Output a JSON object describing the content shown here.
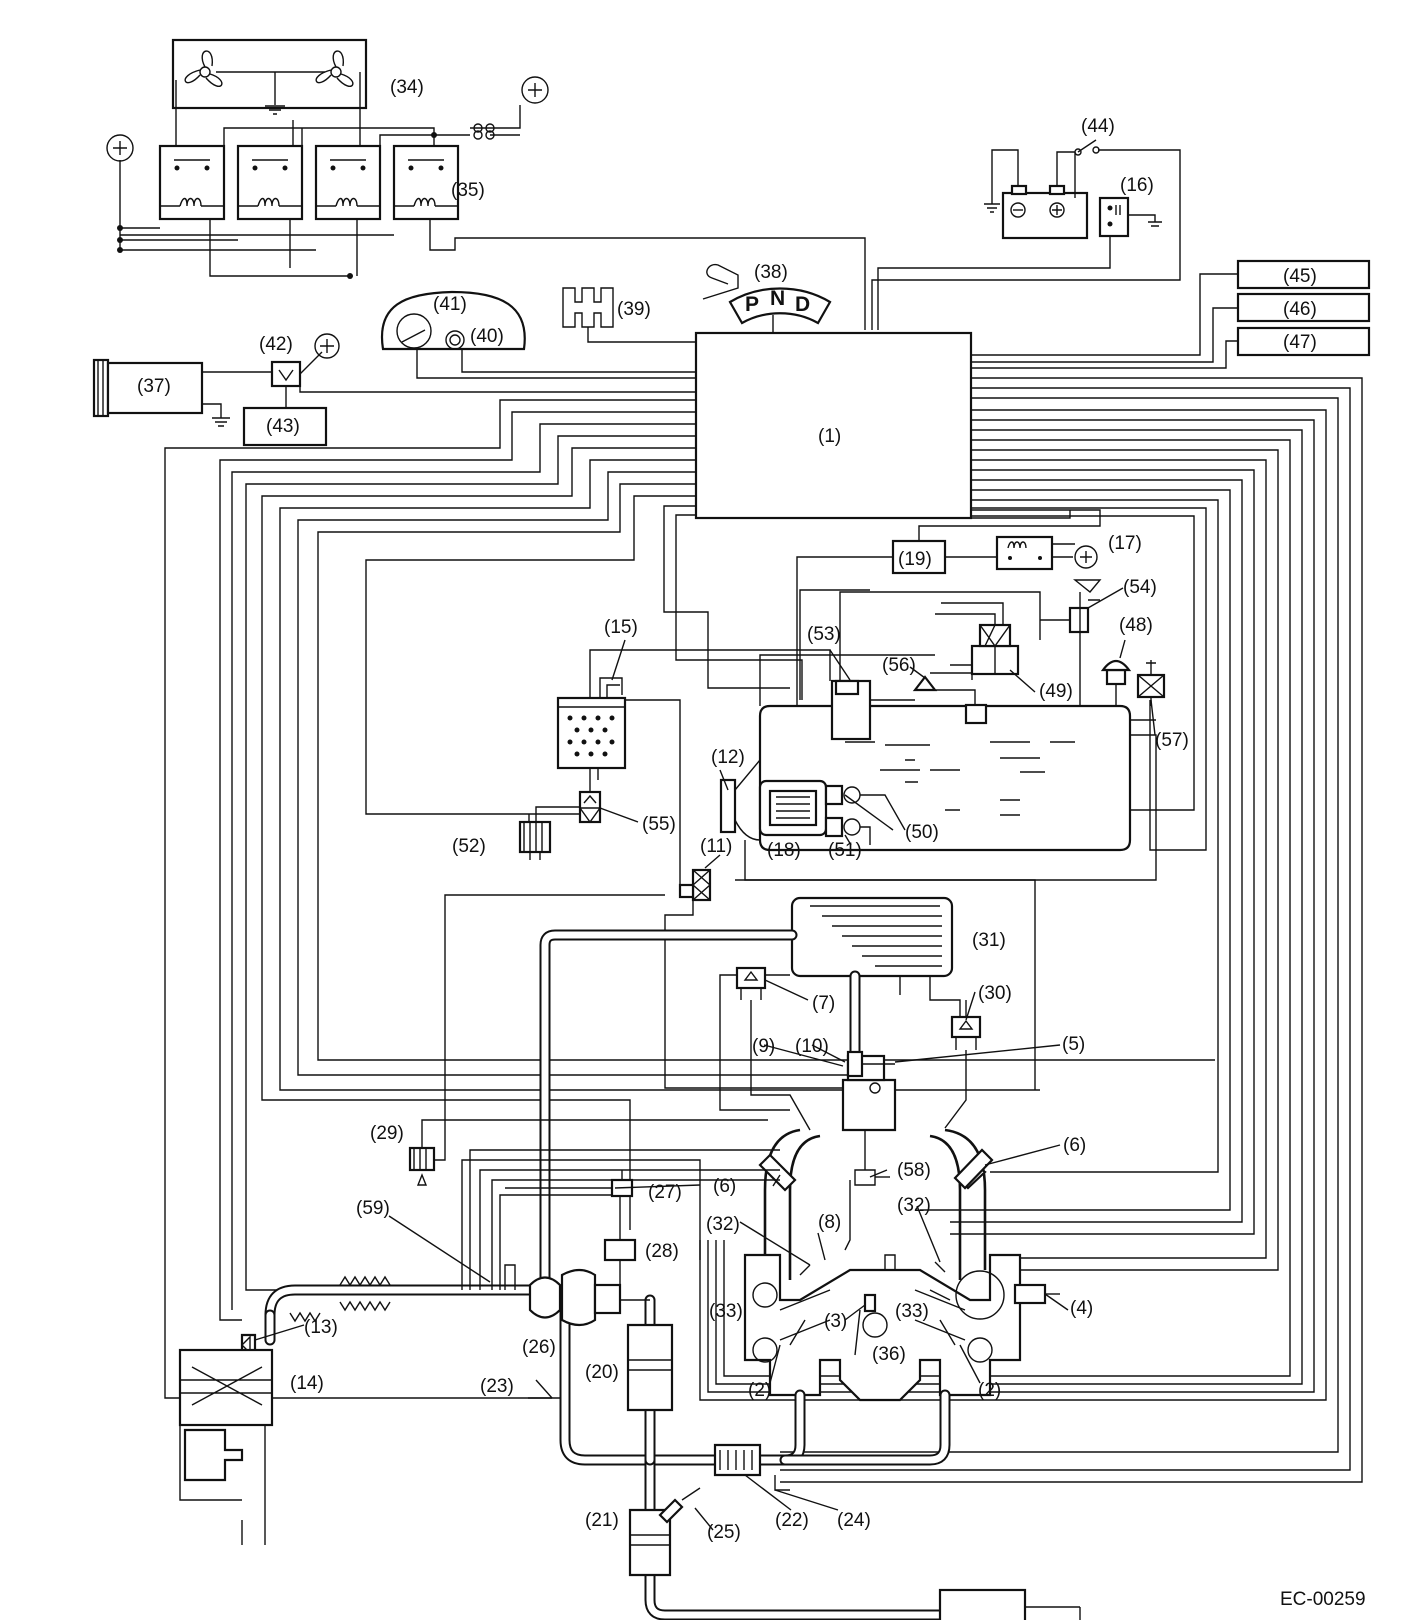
{
  "colors": {
    "line": "#111111",
    "background": "#ffffff"
  },
  "labels": {
    "l1": "(1)",
    "l2a": "(2)",
    "l2b": "(2)",
    "l3": "(3)",
    "l4": "(4)",
    "l5": "(5)",
    "l6a": "(6)",
    "l6b": "(6)",
    "l7": "(7)",
    "l8": "(8)",
    "l9": "(9)",
    "l10": "(10)",
    "l11": "(11)",
    "l12": "(12)",
    "l13": "(13)",
    "l14": "(14)",
    "l15": "(15)",
    "l16": "(16)",
    "l17": "(17)",
    "l18": "(18)",
    "l19": "(19)",
    "l20": "(20)",
    "l21": "(21)",
    "l22": "(22)",
    "l23": "(23)",
    "l24": "(24)",
    "l25": "(25)",
    "l26": "(26)",
    "l27": "(27)",
    "l28": "(28)",
    "l29": "(29)",
    "l30": "(30)",
    "l31": "(31)",
    "l32a": "(32)",
    "l32b": "(32)",
    "l33a": "(33)",
    "l33b": "(33)",
    "l34": "(34)",
    "l35": "(35)",
    "l36": "(36)",
    "l37": "(37)",
    "l38": "(38)",
    "l39": "(39)",
    "l40": "(40)",
    "l41": "(41)",
    "l42": "(42)",
    "l43": "(43)",
    "l44": "(44)",
    "l45": "(45)",
    "l46": "(46)",
    "l47": "(47)",
    "l48": "(48)",
    "l49": "(49)",
    "l50": "(50)",
    "l51": "(51)",
    "l52": "(52)",
    "l53": "(53)",
    "l54": "(54)",
    "l55": "(55)",
    "l56": "(56)",
    "l57": "(57)",
    "l58": "(58)",
    "l59": "(59)"
  },
  "gear_letters": {
    "p": "P",
    "n": "N",
    "d": "D"
  },
  "figure_code": "EC-00259",
  "icons": [
    "plus-terminal-icon",
    "ground-icon",
    "fan-icon",
    "relay-icon",
    "coil-icon",
    "battery-icon",
    "switch-icon"
  ]
}
